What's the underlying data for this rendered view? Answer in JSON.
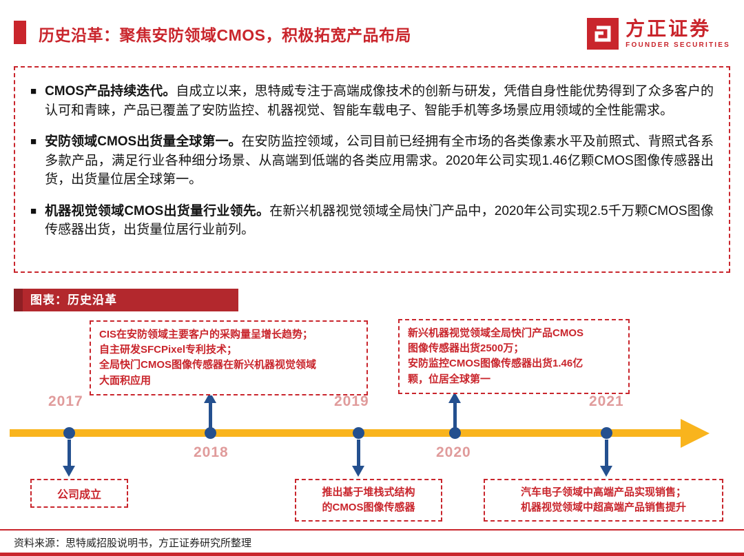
{
  "header": {
    "title": "历史沿革：聚焦安防领域CMOS，积极拓宽产品布局",
    "logo": {
      "name": "方正证券",
      "subtitle": "FOUNDER SECURITIES"
    }
  },
  "summary": {
    "bullets": [
      {
        "marker": "■",
        "lead": "CMOS产品持续迭代。",
        "body": "自成立以来，思特威专注于高端成像技术的创新与研发，凭借自身性能优势得到了众多客户的认可和青睐，产品已覆盖了安防监控、机器视觉、智能车载电子、智能手机等多场景应用领域的全性能需求。"
      },
      {
        "marker": "■",
        "lead": "安防领域CMOS出货量全球第一。",
        "body": "在安防监控领域，公司目前已经拥有全市场的各类像素水平及前照式、背照式各系多款产品，满足行业各种细分场景、从高端到低端的各类应用需求。2020年公司实现1.46亿颗CMOS图像传感器出货，出货量位居全球第一。"
      },
      {
        "marker": "■",
        "lead": "机器视觉领域CMOS出货量行业领先。",
        "body": "在新兴机器视觉领域全局快门产品中，2020年公司实现2.5千万颗CMOS图像传感器出货，出货量位居行业前列。"
      }
    ]
  },
  "chart": {
    "banner": "图表：历史沿革"
  },
  "chart_data": {
    "type": "timeline",
    "title": "历史沿革",
    "axis_years": [
      "2017",
      "2018",
      "2019",
      "2020",
      "2021"
    ],
    "events": [
      {
        "year": "2017",
        "callout_side": "below",
        "text": "公司成立"
      },
      {
        "year": "2018",
        "callout_side": "above",
        "text": "CIS在安防领域主要客户的采购量呈增长趋势；\n自主研发SFCPixel专利技术；\n全局快门CMOS图像传感器在新兴机器视觉领域\n大面积应用"
      },
      {
        "year": "2019",
        "callout_side": "below",
        "text": "推出基于堆栈式结构\n的CMOS图像传感器"
      },
      {
        "year": "2020",
        "callout_side": "above",
        "text": "新兴机器视觉领域全局快门产品CMOS\n图像传感器出货2500万；\n安防监控CMOS图像传感器出货1.46亿\n颗，位居全球第一"
      },
      {
        "year": "2021",
        "callout_side": "below",
        "text": "汽车电子领域中高端产品实现销售；\n机器视觉领域中超高端产品销售提升"
      }
    ]
  },
  "footer": {
    "source": "资料来源：思特威招股说明书，方正证券研究所整理"
  },
  "colors": {
    "accent_red": "#C9252C",
    "banner_red": "#B3282D",
    "timeline_yellow": "#F9B41D",
    "marker_blue": "#24508F",
    "year_pink": "#E09B9B"
  }
}
